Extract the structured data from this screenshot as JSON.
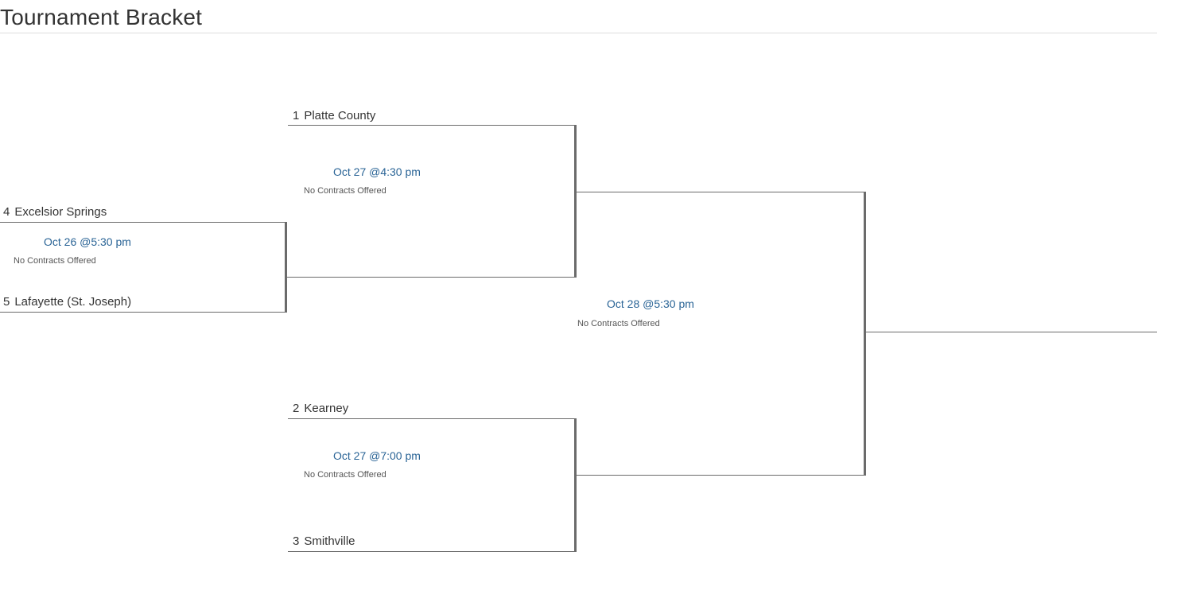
{
  "page": {
    "title": "Tournament Bracket"
  },
  "colors": {
    "text": "#333333",
    "link": "#2a6496",
    "line": "#6b6b6b",
    "rule": "#dddddd"
  },
  "bracket": {
    "round1": {
      "game1": {
        "top_team": {
          "seed": "4",
          "name": "Excelsior Springs"
        },
        "bottom_team": {
          "seed": "5",
          "name": "Lafayette (St. Joseph)"
        },
        "date": "Oct 26 @5:30 pm",
        "note": "No Contracts Offered"
      }
    },
    "round2": {
      "game1": {
        "top_team": {
          "seed": "1",
          "name": "Platte County"
        },
        "date": "Oct 27 @4:30 pm",
        "note": "No Contracts Offered"
      },
      "game2": {
        "top_team": {
          "seed": "2",
          "name": "Kearney"
        },
        "bottom_team": {
          "seed": "3",
          "name": "Smithville"
        },
        "date": "Oct 27 @7:00 pm",
        "note": "No Contracts Offered"
      }
    },
    "final": {
      "date": "Oct 28 @5:30 pm",
      "note": "No Contracts Offered"
    }
  }
}
